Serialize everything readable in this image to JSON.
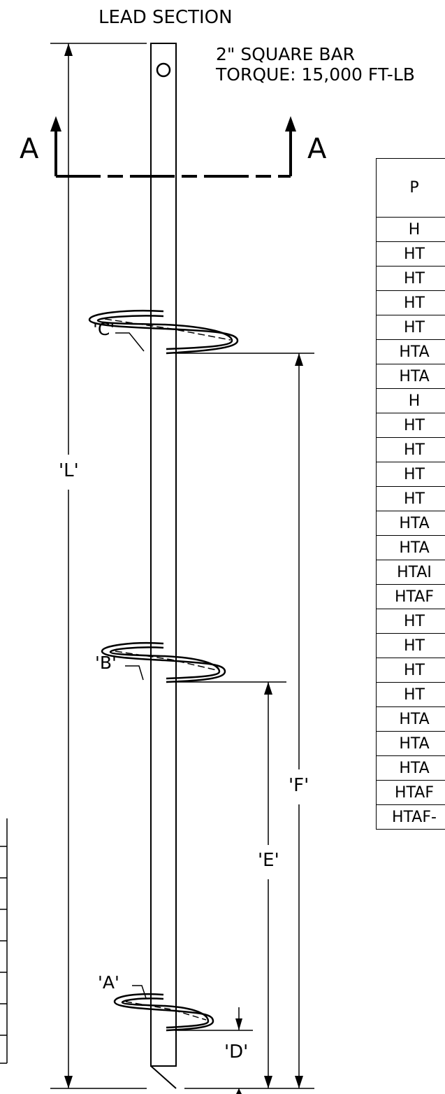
{
  "title": "LEAD SECTION",
  "bar_spec": {
    "line1": "2\" SQUARE BAR",
    "line2": "TORQUE: 15,000 FT-LB"
  },
  "section_marks": {
    "left": "A",
    "right": "A"
  },
  "dimension_labels": {
    "C": "'C'",
    "B": "'B'",
    "A": "'A'",
    "L": "'L'",
    "F": "'F'",
    "E": "'E'",
    "D": "'D'"
  },
  "part_table": {
    "header_visible": "P",
    "rows_visible": [
      "H",
      "HT",
      "HT",
      "HT",
      "HT",
      "HTA",
      "HTA",
      "H",
      "HT",
      "HT",
      "HT",
      "HT",
      "HTA",
      "HTA",
      "HTAI",
      "HTAF",
      "HT",
      "HT",
      "HT",
      "HT",
      "HTA",
      "HTA",
      "HTA",
      "HTAF",
      "HTAF-"
    ]
  }
}
